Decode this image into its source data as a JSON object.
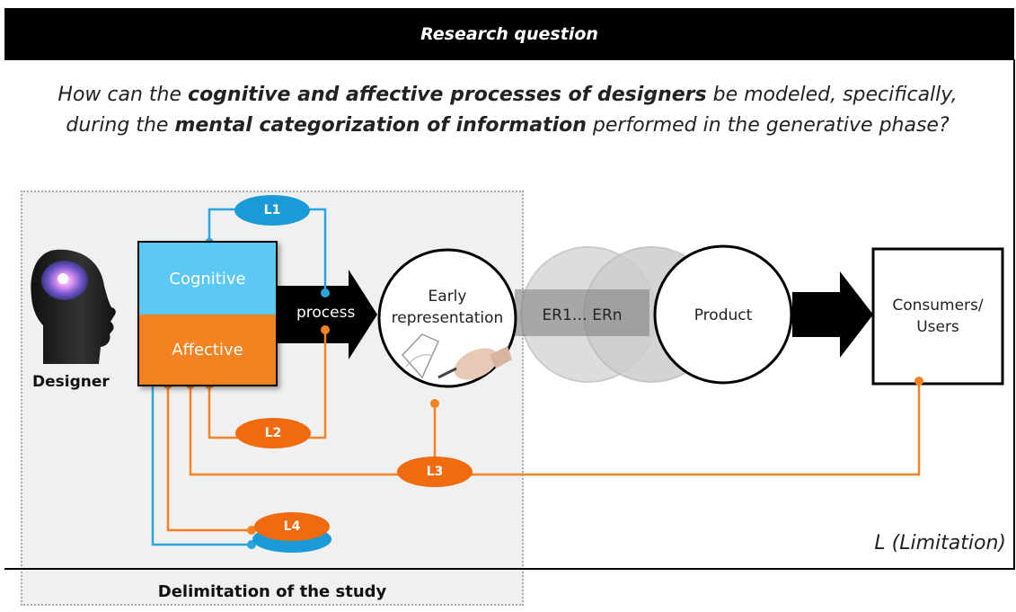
{
  "header": {
    "title": "Research question"
  },
  "question": {
    "line1_a": "How can the ",
    "line1_b": "cognitive and affective processes of designers",
    "line1_c": " be modeled, specifically,",
    "line2_a": "during the ",
    "line2_b": "mental categorization of information",
    "line2_c": " performed in the generative phase?"
  },
  "diagram": {
    "designer_label": "Designer",
    "cognitive_label": "Cognitive",
    "affective_label": "Affective",
    "process_label": "process",
    "early_rep_line1": "Early",
    "early_rep_line2": "representation",
    "er_range": "ER1… ERn",
    "product_label": "Product",
    "consumers_line1": "Consumers/",
    "consumers_line2": "Users",
    "limits": [
      "L1",
      "L2",
      "L3",
      "L4"
    ],
    "delimitation_label": "Delimitation of the study",
    "legend_label": "L (Limitation)"
  },
  "colors": {
    "cognitive": "#5bc8f5",
    "affective": "#f58220",
    "l1_pill": "#1a9ad6",
    "limit_pill": "#f06a10",
    "arrow": "#000000"
  }
}
